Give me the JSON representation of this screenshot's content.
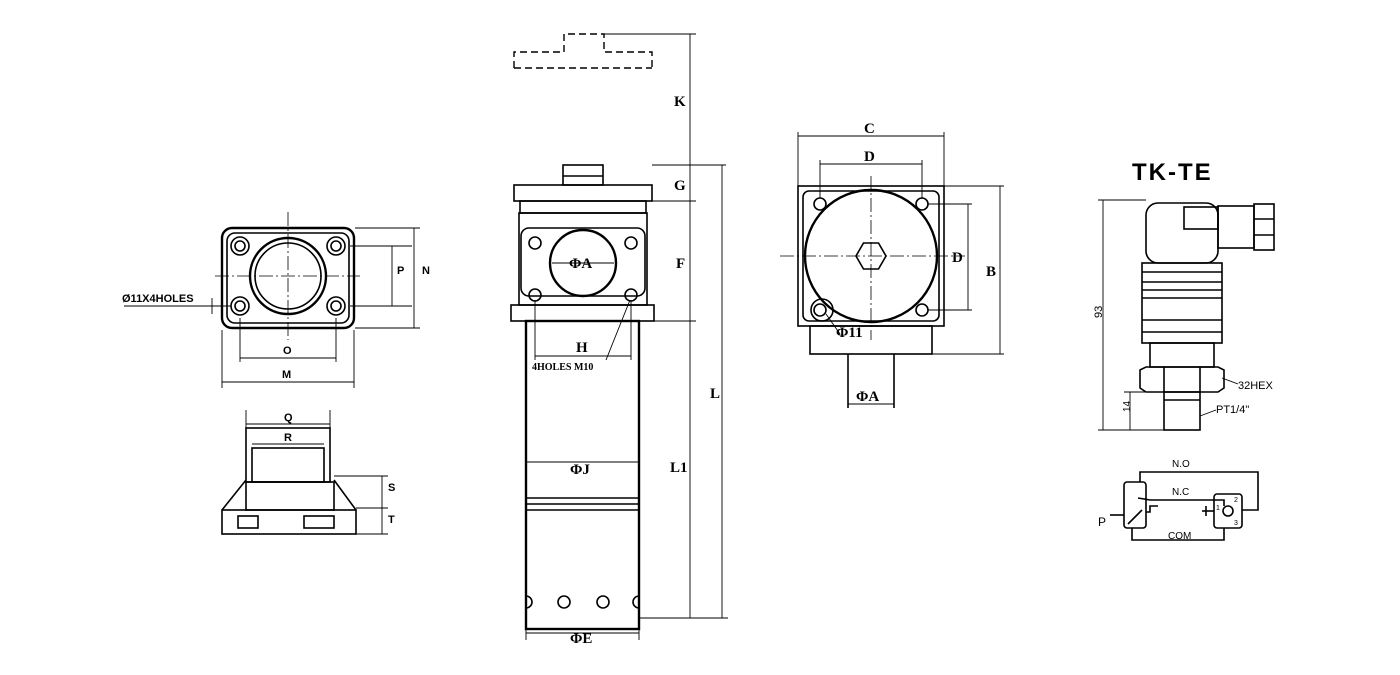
{
  "labels": {
    "holes_note": "Ø11X4HOLES",
    "O": "O",
    "M": "M",
    "P": "P",
    "N": "N",
    "Q": "Q",
    "R": "R",
    "S": "S",
    "T": "T",
    "K": "K",
    "G": "G",
    "F": "F",
    "phiA_front": "ΦA",
    "H": "H",
    "holes_m10": "4HOLES M10",
    "L": "L",
    "L1": "L1",
    "phiJ": "ΦJ",
    "phiE": "ΦE",
    "C": "C",
    "D_top": "D",
    "D_side": "D",
    "B": "B",
    "phi11": "Φ11",
    "phiA_side": "ΦA",
    "model_title": "TK-TE",
    "dim_93": "93",
    "dim_14": "14",
    "hex": "32HEX",
    "thread": "PT1/4\"",
    "NO": "N.O",
    "NC": "N.C",
    "COM": "COM",
    "P_symbol": "P",
    "pin1": "1",
    "pin2": "2",
    "pin3": "3"
  }
}
